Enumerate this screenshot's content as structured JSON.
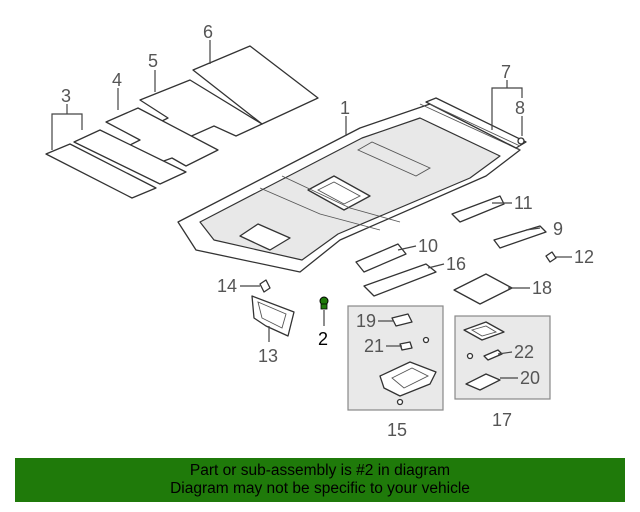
{
  "callouts": {
    "c1": "1",
    "c2": "2",
    "c3": "3",
    "c4": "4",
    "c5": "5",
    "c6": "6",
    "c7": "7",
    "c8": "8",
    "c9": "9",
    "c10": "10",
    "c11": "11",
    "c12": "12",
    "c13": "13",
    "c14": "14",
    "c15": "15",
    "c16": "16",
    "c17": "17",
    "c18": "18",
    "c19": "19",
    "c20": "20",
    "c21": "21",
    "c22": "22"
  },
  "highlighted_part": "2",
  "colors": {
    "footer_bg": "#1f7a0a",
    "callout_text": "#555555",
    "highlight_text": "#000000",
    "highlight_part": "#1f7a0a"
  },
  "footer": {
    "line1": "Part or sub-assembly is #2 in diagram",
    "line2": "Diagram may not be specific to your vehicle"
  }
}
